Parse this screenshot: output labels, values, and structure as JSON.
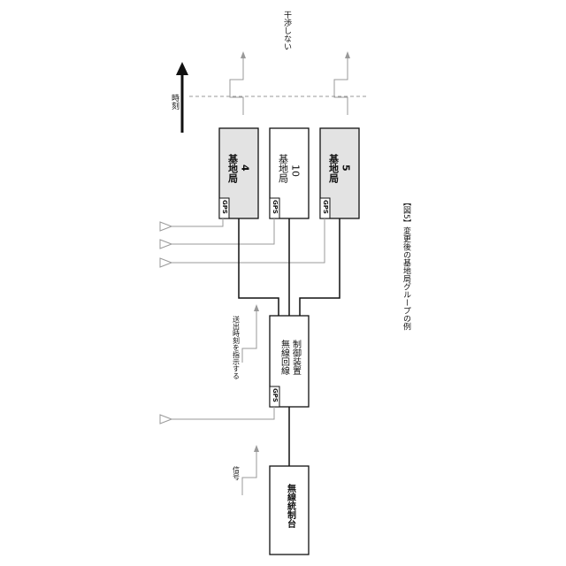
{
  "caption": "【図5】変更後の基地局グループの例",
  "time_axis": {
    "label": "時刻"
  },
  "interference_note": "干渉しない",
  "gps_label": "GPS",
  "base_stations": [
    {
      "name": "基地局",
      "number": "4",
      "shaded": true
    },
    {
      "name": "基地局",
      "number": "10",
      "shaded": false
    },
    {
      "name": "基地局",
      "number": "5",
      "shaded": true
    }
  ],
  "controller": {
    "line1": "無線回線",
    "line2": "制御装置"
  },
  "console": {
    "label": "無線統制台"
  },
  "signals": {
    "transmit_timing": "送出時刻を指示する",
    "signal": "信号"
  },
  "colors": {
    "line": "#111111",
    "signal_gray": "#999999",
    "shaded_fill": "#e3e3e3",
    "box_fill": "#ffffff"
  }
}
